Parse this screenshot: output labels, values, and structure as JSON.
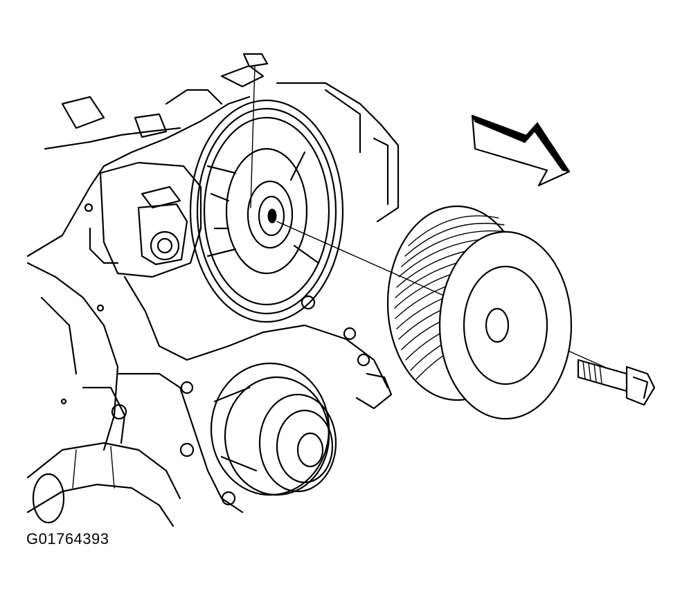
{
  "figure": {
    "caption_code": "G01764393",
    "ink_color": "#000000",
    "background_color": "#ffffff"
  },
  "parts": [
    {
      "id": "crankshaft-balancer-hub",
      "icon": "hub-icon"
    },
    {
      "id": "crankshaft-pulley",
      "icon": "pulley-icon"
    },
    {
      "id": "pulley-bolt",
      "icon": "bolt-icon"
    },
    {
      "id": "water-pump-pulley",
      "icon": "water-pump-icon"
    },
    {
      "id": "direction-arrow",
      "icon": "arrow-right-down-icon"
    }
  ]
}
